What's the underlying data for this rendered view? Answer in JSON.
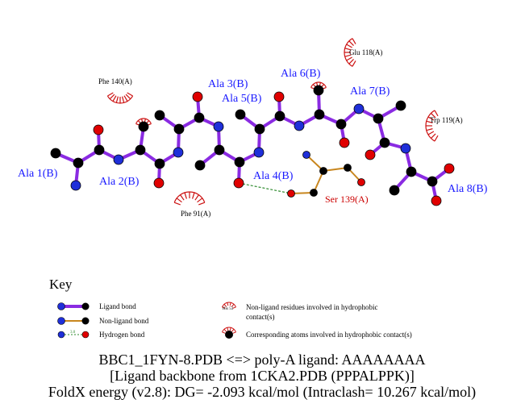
{
  "diagram": {
    "residue_labels": {
      "ala1": "Ala 1(B)",
      "ala2": "Ala 2(B)",
      "ala3": "Ala 3(B)",
      "ala4": "Ala 4(B)",
      "ala5": "Ala 5(B)",
      "ala6": "Ala 6(B)",
      "ala7": "Ala 7(B)",
      "ala8": "Ala 8(B)"
    },
    "nonligand_residue": "Ser 139(A)",
    "hydrophobic_contacts": {
      "phe140": "Phe 140(A)",
      "glu118": "Glu 118(A)",
      "trp119": "Trp 119(A)",
      "phe91": "Phe 91(A)"
    }
  },
  "key": {
    "title": "Key",
    "ligand_bond": "Ligand bond",
    "nonligand_bond": "Non-ligand bond",
    "hydrogen_bond": "Hydrogen bond",
    "hbond_distance_symbol": "3.0",
    "sample_residue": "His 53",
    "nonligand_residues_line1": "Non-ligand residues involved in hydrophobic",
    "nonligand_residues_line2": "contact(s)",
    "corresponding_atoms": "Corresponding atoms involved in hydrophobic contact(s)"
  },
  "caption": {
    "line1": "BBC1_1FYN-8.PDB <=> poly-A ligand: AAAAAAAA",
    "line2": "[Ligand backbone from 1CKA2.PDB (PPPALPPK)]",
    "line3": "FoldX energy (v2.8): DG= -2.093 kcal/mol (Intraclash= 10.267 kcal/mol)"
  },
  "colors": {
    "ligand_bond": "#8a2be2",
    "nonligand_bond": "#c8861e",
    "hbond": "#2e8b2e",
    "carbon": "#000000",
    "nitrogen": "#1f2fd9",
    "oxygen": "#e00000",
    "hydrophobic_arc": "#cc1111",
    "residue_label": "#1a1aff",
    "nonligand_label": "#cc0000"
  }
}
